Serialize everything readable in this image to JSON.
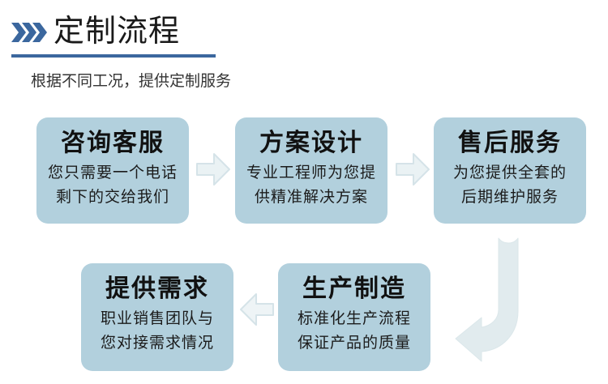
{
  "header": {
    "title": "定制流程",
    "subtitle": "根据不同工况，提供定制服务",
    "icon": "triple-chevron-right-icon",
    "accent_color": "#3b679e"
  },
  "theme": {
    "box_fill": "#b2d0dd",
    "arrow_fill": "#e3edf0",
    "arrow_stroke": "#d2e1e6",
    "title_text_color": "#111111",
    "body_text_color": "#1b1b1b"
  },
  "flow": {
    "boxes": [
      {
        "title": "咨询客服",
        "lines": [
          "您只需要一个电话",
          "剩下的交给我们"
        ]
      },
      {
        "title": "方案设计",
        "lines": [
          "专业工程师为您提",
          "供精准解决方案"
        ]
      },
      {
        "title": "售后服务",
        "lines": [
          "为您提供全套的",
          "后期维护服务"
        ]
      },
      {
        "title": "提供需求",
        "lines": [
          "职业销售团队与",
          "您对接需求情况"
        ]
      },
      {
        "title": "生产制造",
        "lines": [
          "标准化生产流程",
          "保证产品的质量"
        ]
      }
    ],
    "connectors": [
      {
        "icon": "arrow-right-icon",
        "direction": "right"
      },
      {
        "icon": "arrow-right-icon",
        "direction": "right"
      },
      {
        "icon": "arrow-left-icon",
        "direction": "left"
      },
      {
        "icon": "arrow-uturn-left-icon",
        "direction": "down-then-left"
      }
    ]
  }
}
